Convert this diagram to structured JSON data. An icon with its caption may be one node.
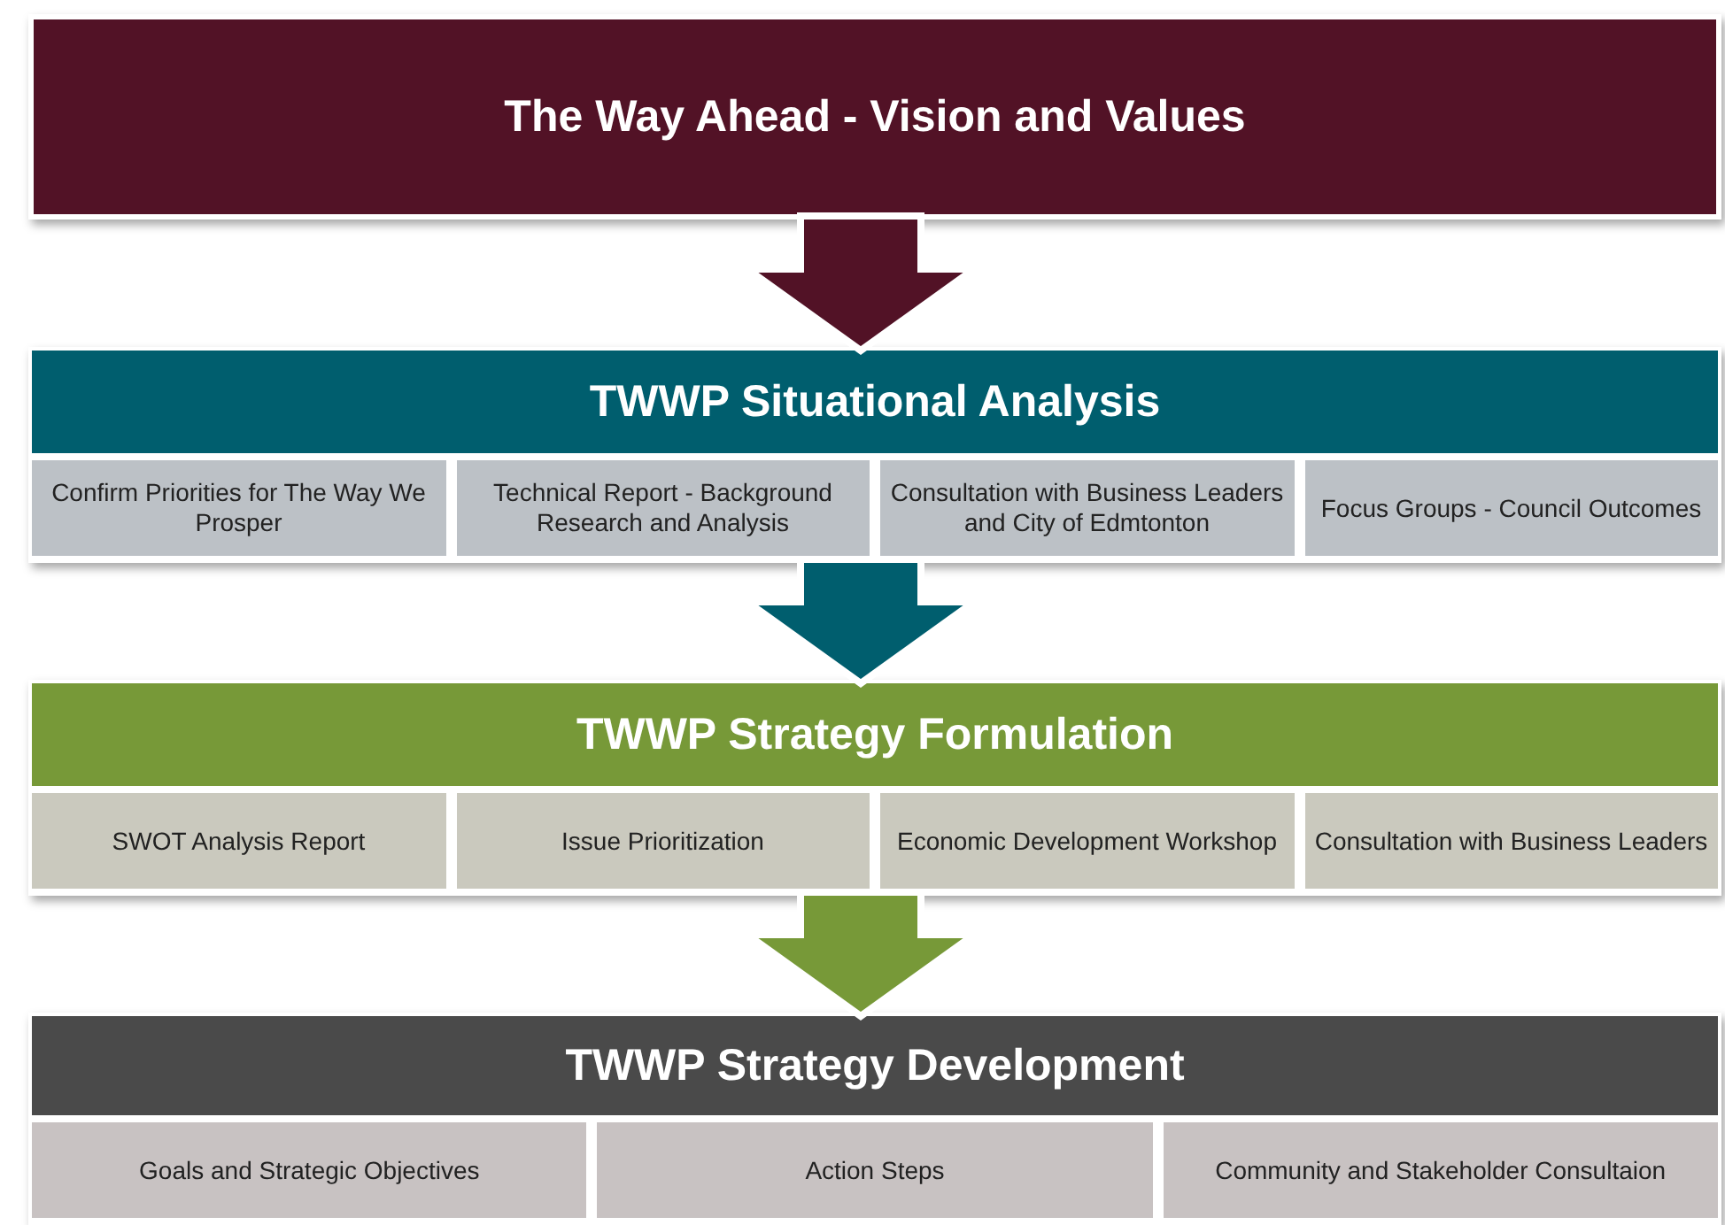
{
  "diagram": {
    "nodes": [
      {
        "text": [
          "The Way Ahead - Vision and Values"
        ]
      },
      {
        "text": [
          "TWWP Situational Analysis"
        ]
      },
      {
        "text": [
          "Confirm Priorities for The Way We Prosper"
        ],
        "in": 1
      },
      {
        "text": [
          "Technical Report - Background Research and Analysis"
        ],
        "in": 1
      },
      {
        "text": [
          "Consultation with Business Leaders and City of Edmtonton"
        ],
        "in": 1
      },
      {
        "text": [
          "Focus Groups - Council Outcomes"
        ],
        "in": 1
      },
      {
        "text": [
          "TWWP Strategy Formulation"
        ]
      },
      {
        "text": [
          "SWOT Analysis Report"
        ],
        "in": 6
      },
      {
        "text": [
          "Issue Prioritization"
        ],
        "in": 6
      },
      {
        "text": [
          "Economic Development Workshop"
        ],
        "in": 6
      },
      {
        "text": [
          "Consultation with Business Leaders"
        ],
        "in": 6
      },
      {
        "text": [
          "TWWP Strategy Development"
        ]
      },
      {
        "text": [
          "Goals and Strategic Objectives"
        ],
        "in": 11
      },
      {
        "text": [
          "Action Steps"
        ],
        "in": 11
      },
      {
        "text": [
          "Community and Stakeholder Consultaion"
        ],
        "in": 11
      }
    ],
    "edges": [
      {
        "from": 0,
        "to": 1,
        "arrow": "to",
        "color": "#521226"
      },
      {
        "from": 1,
        "to": 6,
        "arrow": "to",
        "color": "#005e6e"
      },
      {
        "from": 6,
        "to": 11,
        "arrow": "to",
        "color": "#779938"
      }
    ]
  }
}
